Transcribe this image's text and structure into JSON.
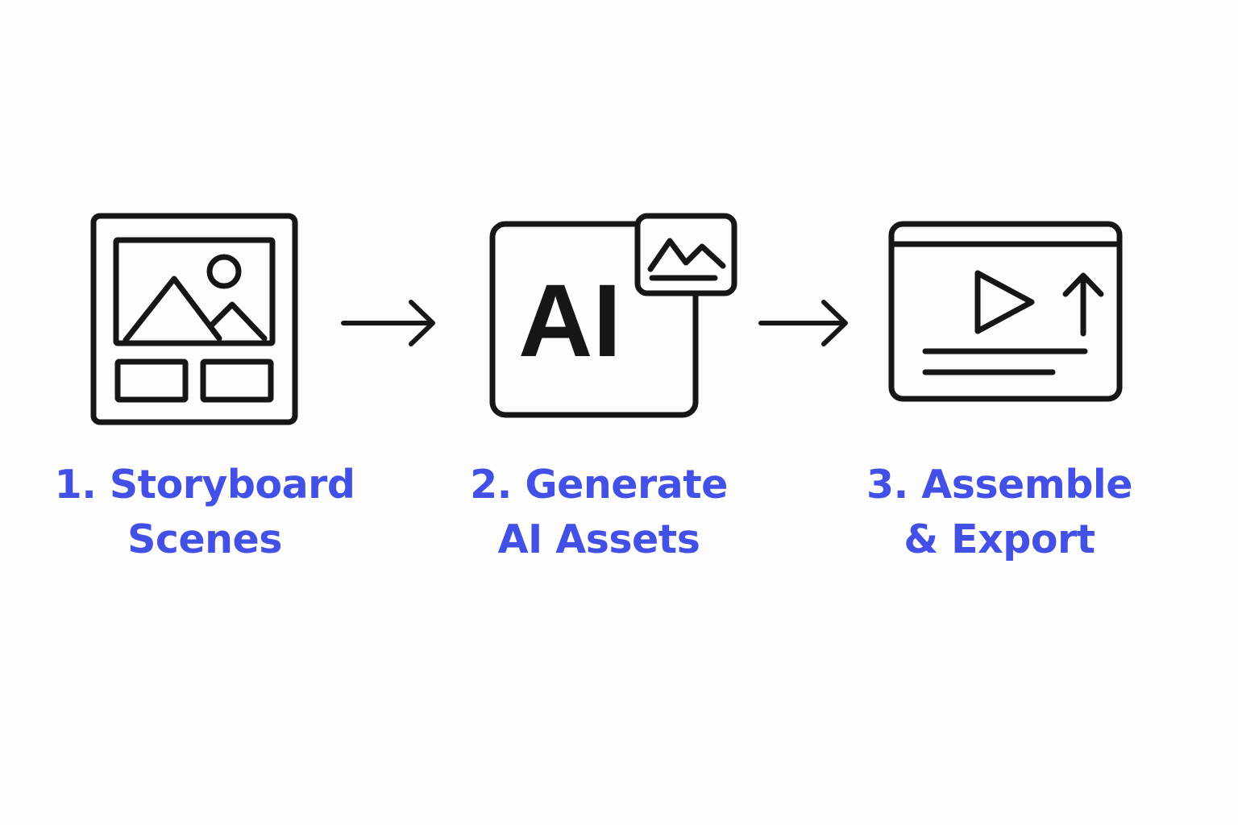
{
  "colors": {
    "background": "#fdfdfb",
    "icon_stroke": "#161616",
    "label_accent": "#4350e6"
  },
  "steps": [
    {
      "icon": "storyboard-icon",
      "label_line1": "1. Storyboard",
      "label_line2": "Scenes"
    },
    {
      "icon": "ai-assets-icon",
      "icon_text": "AI",
      "label_line1": "2. Generate",
      "label_line2": "AI Assets"
    },
    {
      "icon": "video-export-icon",
      "label_line1": "3. Assemble",
      "label_line2": "& Export"
    }
  ],
  "connectors": [
    "arrow-right-icon",
    "arrow-right-icon"
  ]
}
